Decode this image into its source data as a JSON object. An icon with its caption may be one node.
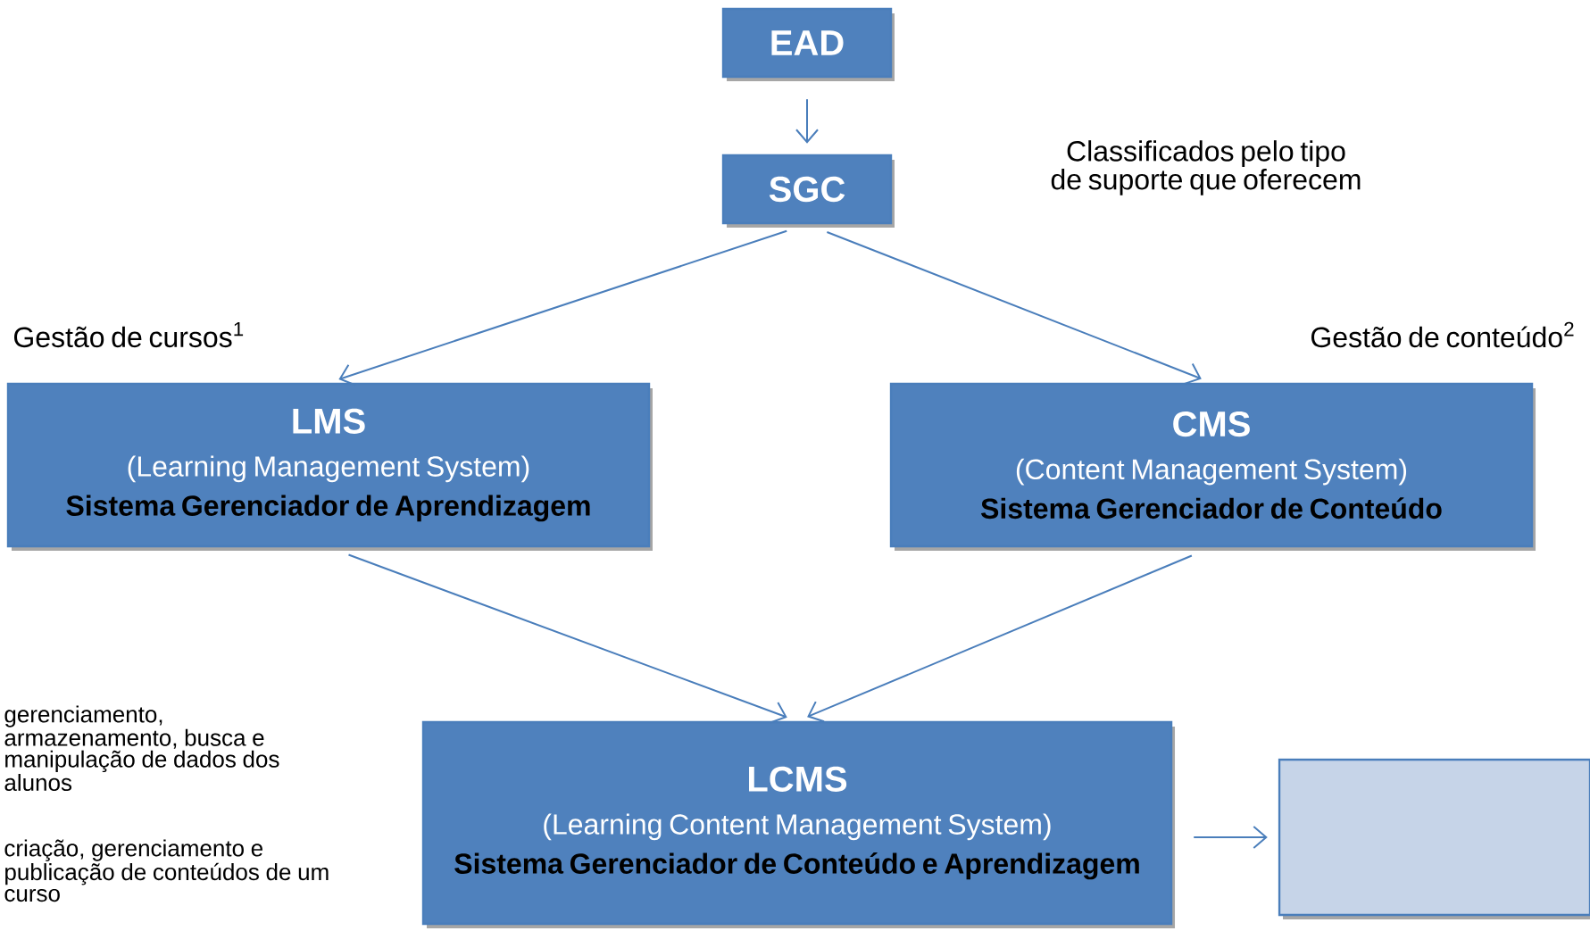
{
  "diagram": {
    "nodes": [
      {
        "text": [
          "EAD"
        ]
      },
      {
        "text": [
          "SGC"
        ]
      },
      {
        "text": [
          "LMS",
          "(Learning Management System)",
          "Sistema Gerenciador de Aprendizagem"
        ]
      },
      {
        "text": [
          "CMS",
          "(Content Management System)",
          "Sistema Gerenciador de Conteúdo"
        ]
      },
      {
        "text": [
          "LCMS",
          "(Learning Content Management System)",
          "Sistema Gerenciador de Conteúdo e Aprendizagem"
        ]
      },
      {
        "text": [],
        "shape": "box"
      }
    ],
    "edges": [
      {
        "from": 0,
        "to": 1,
        "arrow": "to"
      },
      {
        "from": 1,
        "to": 2,
        "arrow": "to"
      },
      {
        "from": 1,
        "to": 3,
        "arrow": "to"
      },
      {
        "from": 2,
        "to": 4,
        "arrow": "to"
      },
      {
        "from": 3,
        "to": 4,
        "arrow": "to"
      },
      {
        "from": 4,
        "to": 5,
        "arrow": "to"
      }
    ],
    "labels": [
      "Classificados pelo tipo de suporte que oferecem",
      "Gestão de cursos$^{1}$",
      "Gestão de conteúdo$^{2}$",
      "gerenciamento, armazenamento, busca e manipulação de dados dos alunos",
      "criação, gerenciamento e publicação de conteúdos de um curso"
    ]
  }
}
